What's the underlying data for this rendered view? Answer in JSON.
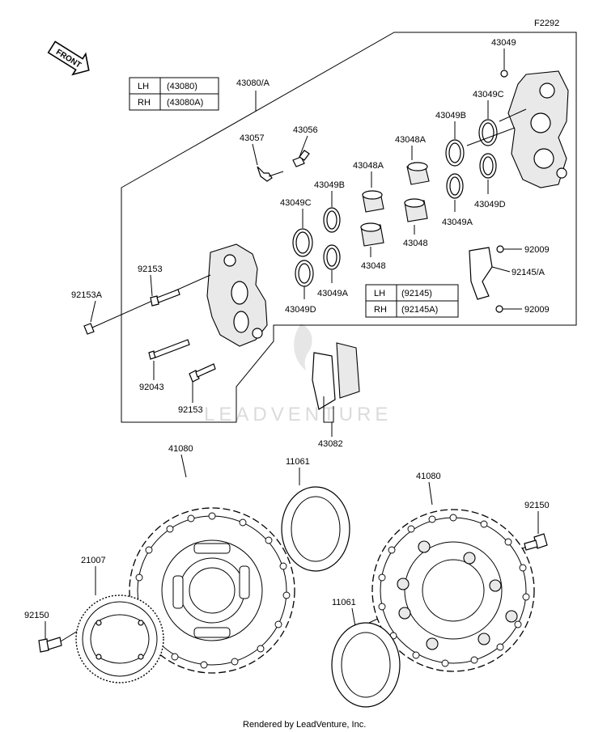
{
  "figure_code": "F2292",
  "front_marker": "FRONT",
  "watermark": "LEADVENTURE",
  "footer": "Rendered by LeadVenture, Inc.",
  "tables": {
    "caliper": {
      "rows": [
        {
          "side": "LH",
          "part": "(43080)"
        },
        {
          "side": "RH",
          "part": "(43080A)"
        }
      ]
    },
    "bracket": {
      "rows": [
        {
          "side": "LH",
          "part": "(92145)"
        },
        {
          "side": "RH",
          "part": "(92145A)"
        }
      ]
    }
  },
  "labels": {
    "caliper_assy": "43080/A",
    "l43049": "43049",
    "l43049c_r": "43049C",
    "l43049b_r": "43049B",
    "l43048a_r": "43048A",
    "l43057": "43057",
    "l43056": "43056",
    "l43048a_l": "43048A",
    "l43049b_l": "43049B",
    "l43049c_l": "43049C",
    "l43049d_r": "43049D",
    "l43049a_r": "43049A",
    "l43048_r": "43048",
    "l43048_l": "43048",
    "l43049a_l": "43049A",
    "l43049d_l": "43049D",
    "l92009_top": "92009",
    "l92145": "92145/A",
    "l92009_bot": "92009",
    "l92153a": "92153A",
    "l92153_top": "92153",
    "l92043": "92043",
    "l92153_bot": "92153",
    "l43082": "43082",
    "l41080_l": "41080",
    "l11061_top": "11061",
    "l41080_r": "41080",
    "l92150_r": "92150",
    "l21007": "21007",
    "l92150_l": "92150",
    "l11061_bot": "11061"
  }
}
